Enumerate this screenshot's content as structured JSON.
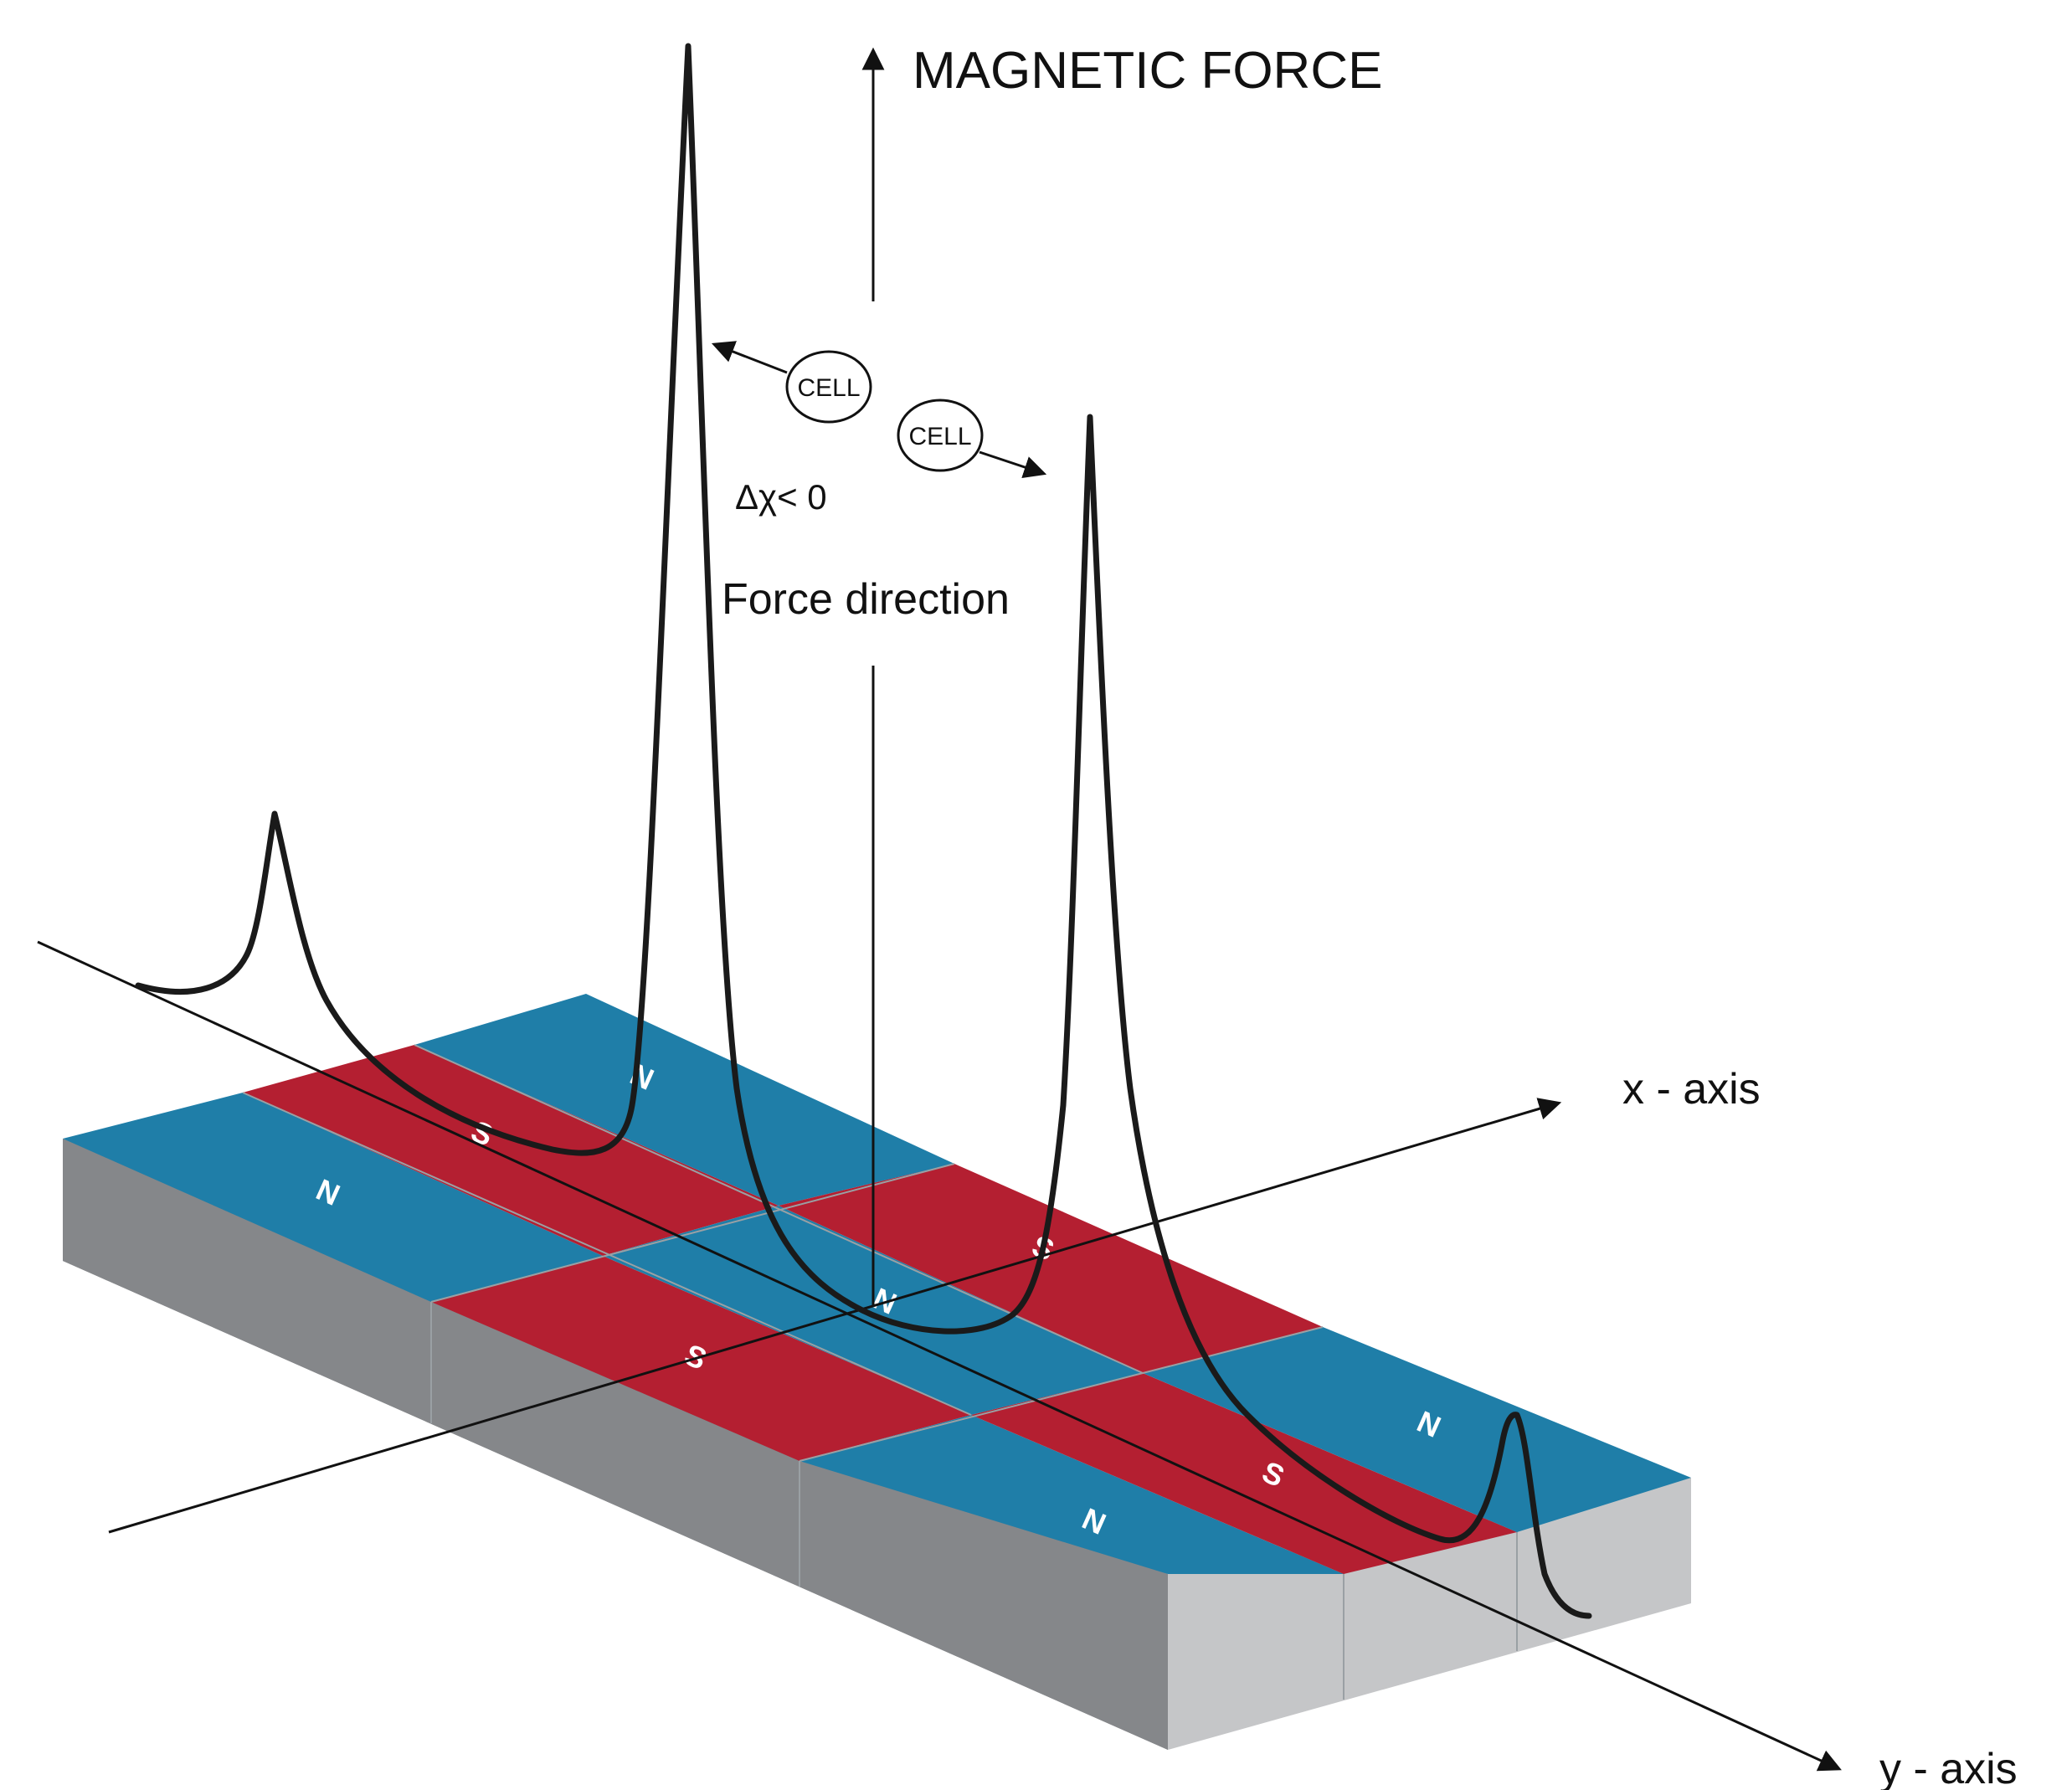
{
  "labels": {
    "magnetic_force": "MAGNETIC FORCE",
    "delta_chi": "Δχ< 0",
    "force_direction": "Force direction",
    "x_axis": "x - axis",
    "y_axis": "y - axis"
  },
  "cells": [
    {
      "label": "CELL"
    },
    {
      "label": "CELL"
    }
  ],
  "poles": {
    "north": "N",
    "south": "S"
  },
  "colors": {
    "north_tile": "#1f7ea8",
    "south_tile": "#b41f31",
    "base_front": "#85878a",
    "base_side": "#c5c6c8",
    "curve": "#1a1a1a"
  }
}
